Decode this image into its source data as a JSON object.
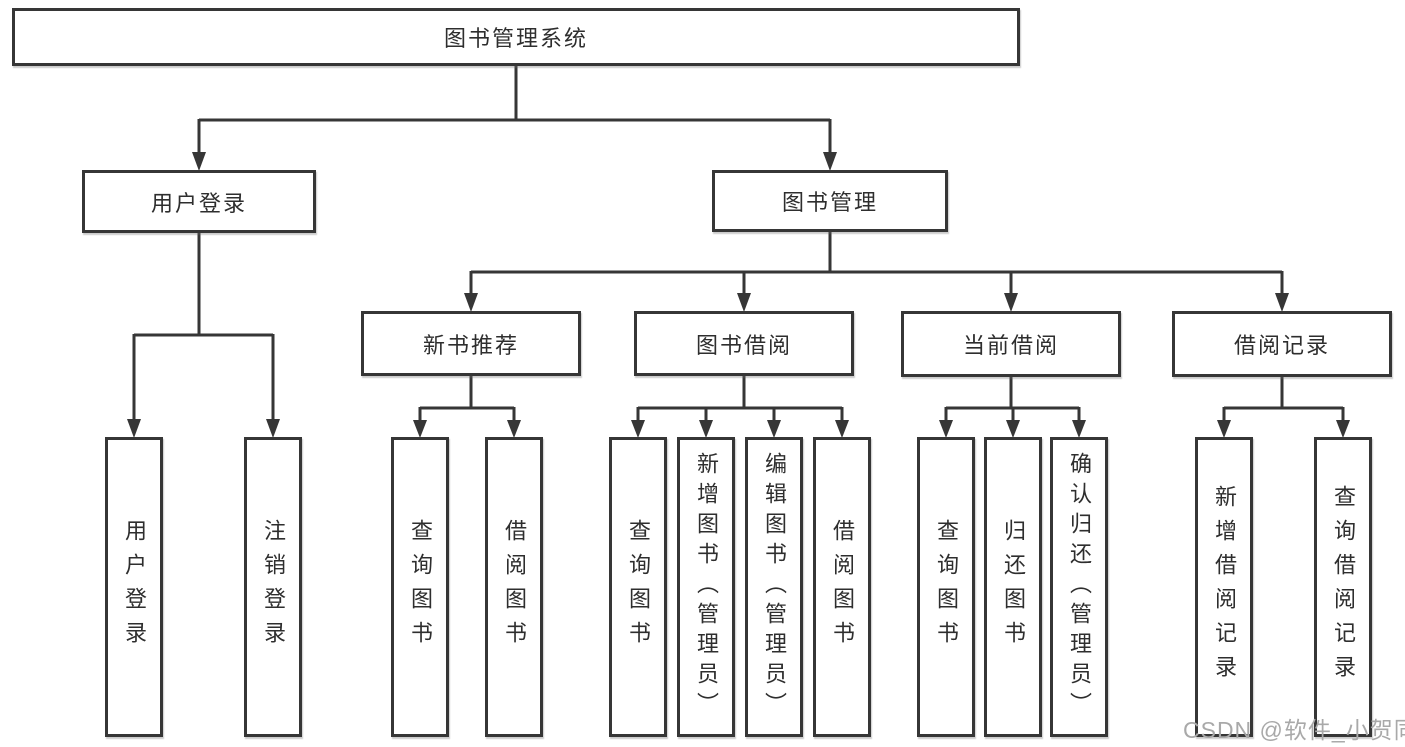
{
  "diagram": {
    "root": {
      "label": "图书管理系统"
    },
    "level2": [
      {
        "label": "用户登录"
      },
      {
        "label": "图书管理"
      }
    ],
    "level3": [
      {
        "label": "新书推荐",
        "parent": "图书管理"
      },
      {
        "label": "图书借阅",
        "parent": "图书管理"
      },
      {
        "label": "当前借阅",
        "parent": "图书管理"
      },
      {
        "label": "借阅记录",
        "parent": "图书管理"
      }
    ],
    "leaves": [
      {
        "label": "用户登录",
        "parent": "用户登录"
      },
      {
        "label": "注销登录",
        "parent": "用户登录"
      },
      {
        "label": "查询图书",
        "parent": "新书推荐"
      },
      {
        "label": "借阅图书",
        "parent": "新书推荐"
      },
      {
        "label": "查询图书",
        "parent": "图书借阅"
      },
      {
        "label": "新增图书（管理员）",
        "parent": "图书借阅"
      },
      {
        "label": "编辑图书（管理员）",
        "parent": "图书借阅"
      },
      {
        "label": "借阅图书",
        "parent": "图书借阅"
      },
      {
        "label": "查询图书",
        "parent": "当前借阅"
      },
      {
        "label": "归还图书",
        "parent": "当前借阅"
      },
      {
        "label": "确认归还（管理员）",
        "parent": "当前借阅"
      },
      {
        "label": "新增借阅记录",
        "parent": "借阅记录"
      },
      {
        "label": "查询借阅记录",
        "parent": "借阅记录"
      }
    ]
  },
  "watermark": {
    "text": "CSDN @软件_小贺同学"
  },
  "colors": {
    "background": "#ffffff",
    "line": "#363636",
    "box_border": "#363636",
    "text": "#2e2e2e",
    "watermark": "#a9a9a9"
  }
}
